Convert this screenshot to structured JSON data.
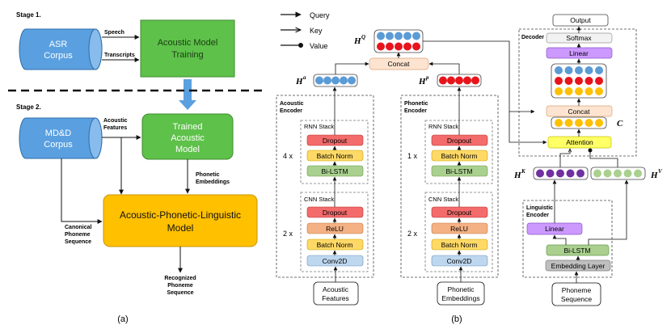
{
  "panel_a": {
    "stage1_label": "Stage 1.",
    "stage2_label": "Stage 2.",
    "asr_corpus": [
      "ASR",
      "Corpus"
    ],
    "amt": [
      "Acoustic Model",
      "Training"
    ],
    "speech_label": "Speech",
    "transcripts_label": "Transcripts",
    "mdd_corpus": [
      "MD&D",
      "Corpus"
    ],
    "acoustic_features_label": [
      "Acoustic",
      "Features"
    ],
    "trained_model": [
      "Trained",
      "Acoustic",
      "Model"
    ],
    "phonetic_embeddings_label": [
      "Phonetic",
      "Embeddings"
    ],
    "apl_model": [
      "Acoustic-Phonetic-Linguistic",
      "Model"
    ],
    "canonical_label": [
      "Canonical",
      "Phoneme",
      "Sequence"
    ],
    "recognized_label": [
      "Recognized",
      "Phoneme",
      "Sequence"
    ],
    "caption": "(a)"
  },
  "panel_b": {
    "legend": {
      "query": "Query",
      "key": "Key",
      "value": "Value"
    },
    "acoustic_encoder_label": [
      "Acoustic",
      "Encoder"
    ],
    "phonetic_encoder_label": [
      "Phonetic",
      "Encoder"
    ],
    "rnn_stack": "RNN Stack",
    "cnn_stack": "CNN Stack",
    "dropout": "Dropout",
    "batch_norm": "Batch Norm",
    "bilstm": "Bi-LSTM",
    "relu": "ReLU",
    "conv2d": "Conv2D",
    "acoustic_rnn_repeat": "4 x",
    "acoustic_cnn_repeat": "2 x",
    "phonetic_rnn_repeat": "1 x",
    "phonetic_cnn_repeat": "2 x",
    "acoustic_features_input": [
      "Acoustic",
      "Features"
    ],
    "phonetic_embeddings_input": [
      "Phonetic",
      "Embeddings"
    ],
    "concat": "Concat",
    "ha_base": "H",
    "ha_sup": "a",
    "hp_base": "H",
    "hp_sup": "p",
    "hq_base": "H",
    "hq_sup": "Q",
    "hk_base": "H",
    "hk_sup": "K",
    "hv_base": "H",
    "hv_sup": "V",
    "c_label": "C",
    "decoder_label": "Decoder",
    "output": "Output",
    "softmax": "Softmax",
    "linear": "Linear",
    "decoder_concat": "Concat",
    "attention": "Attention",
    "linguistic_encoder_label": [
      "Linguistic",
      "Encoder"
    ],
    "ling_linear": "Linear",
    "ling_bilstm": "Bi-LSTM",
    "embedding_layer": "Embedding Layer",
    "phoneme_sequence_input": [
      "Phoneme",
      "Sequence"
    ],
    "caption": "(b)",
    "colors": {
      "blue": "#4a90d9",
      "red": "#e8141c",
      "yellow": "#f5b400",
      "purple": "#7030a0",
      "green": "#8fd48a"
    }
  }
}
